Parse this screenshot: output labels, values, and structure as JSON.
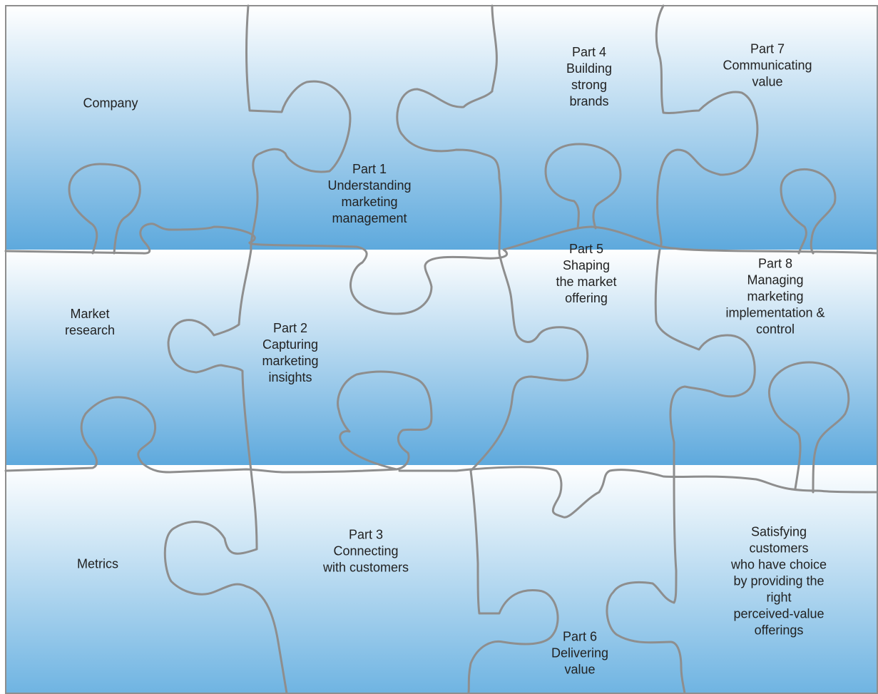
{
  "colors": {
    "sky_dark": "#5aa7dc",
    "sky_light": "#ffffff",
    "piece_edge": "#8e8e8e",
    "text": "#222222"
  },
  "pieces": [
    {
      "id": "company",
      "text": "Company"
    },
    {
      "id": "part-1",
      "text": "Part 1\nUnderstanding\nmarketing\nmanagement"
    },
    {
      "id": "part-4",
      "text": "Part 4\nBuilding\nstrong\nbrands"
    },
    {
      "id": "part-7",
      "text": "Part 7\nCommunicating\nvalue"
    },
    {
      "id": "market-research",
      "text": "Market\nresearch"
    },
    {
      "id": "part-2",
      "text": "Part 2\nCapturing\nmarketing\ninsights"
    },
    {
      "id": "part-5",
      "text": "Part 5\nShaping\nthe market\noffering"
    },
    {
      "id": "part-8",
      "text": "Part 8\nManaging marketing\nimplementation &\ncontrol"
    },
    {
      "id": "metrics",
      "text": "Metrics"
    },
    {
      "id": "part-3",
      "text": "Part 3\nConnecting\nwith customers"
    },
    {
      "id": "part-6",
      "text": "Part 6\nDelivering\nvalue"
    },
    {
      "id": "satisfying-customers",
      "text": "Satisfying\ncustomers\nwho have choice\nby providing the right\nperceived-value\nofferings"
    }
  ]
}
